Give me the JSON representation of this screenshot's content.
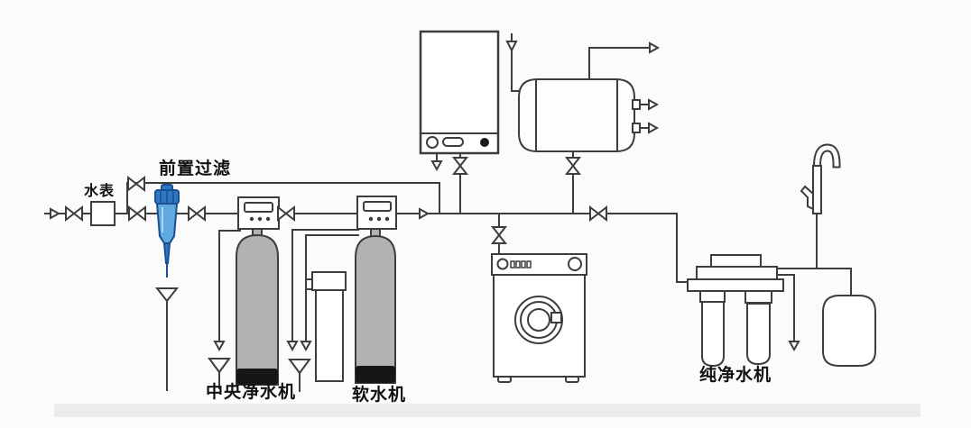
{
  "diagram": {
    "type": "home-water-treatment-plumbing-schematic",
    "labels": {
      "water_meter": "水表",
      "pre_filter": "前置过滤",
      "central_purifier": "中央净水机",
      "softener": "软水机",
      "ro_purifier": "纯净水机"
    },
    "colors": {
      "line": "#3d3d3d",
      "tank_gray": "#b2b2b2",
      "tank_base": "#161616",
      "prefilter_blue": "#2e77c4",
      "prefilter_blue_light": "#5fa8e0",
      "prefilter_blue_dark": "#1b4f92",
      "background": "#fbfbfb",
      "label": "#101010"
    }
  }
}
